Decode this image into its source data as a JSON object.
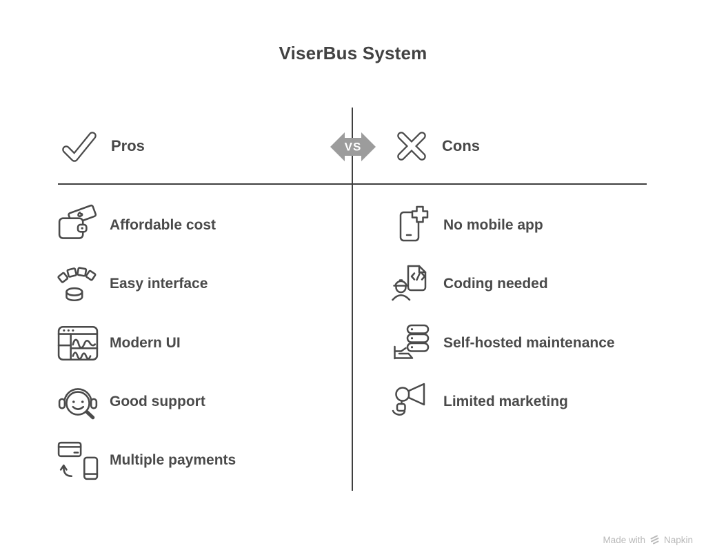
{
  "title": "ViserBus System",
  "vs_badge": {
    "label": "VS",
    "color": "#9c9c9c"
  },
  "pros": {
    "header": "Pros",
    "icon": "check-icon",
    "items": [
      {
        "label": "Affordable cost",
        "icon": "wallet-cash-icon"
      },
      {
        "label": "Easy interface",
        "icon": "control-panel-icon"
      },
      {
        "label": "Modern UI",
        "icon": "browser-window-icon"
      },
      {
        "label": "Good support",
        "icon": "support-headset-icon"
      },
      {
        "label": "Multiple payments",
        "icon": "card-phone-transfer-icon"
      }
    ]
  },
  "cons": {
    "header": "Cons",
    "icon": "x-icon",
    "items": [
      {
        "label": "No mobile app",
        "icon": "phone-plus-icon"
      },
      {
        "label": "Coding needed",
        "icon": "developer-document-icon"
      },
      {
        "label": "Self-hosted maintenance",
        "icon": "server-hand-icon"
      },
      {
        "label": "Limited marketing",
        "icon": "megaphone-icon"
      }
    ]
  },
  "watermark": {
    "prefix": "Made with",
    "brand": "Napkin",
    "logo": "napkin-logo-icon"
  },
  "colors": {
    "text": "#474747",
    "icon_stroke": "#4a4a4a",
    "divider": "#3f3f3f",
    "vs_badge": "#9c9c9c",
    "watermark": "#b9b9b9"
  }
}
